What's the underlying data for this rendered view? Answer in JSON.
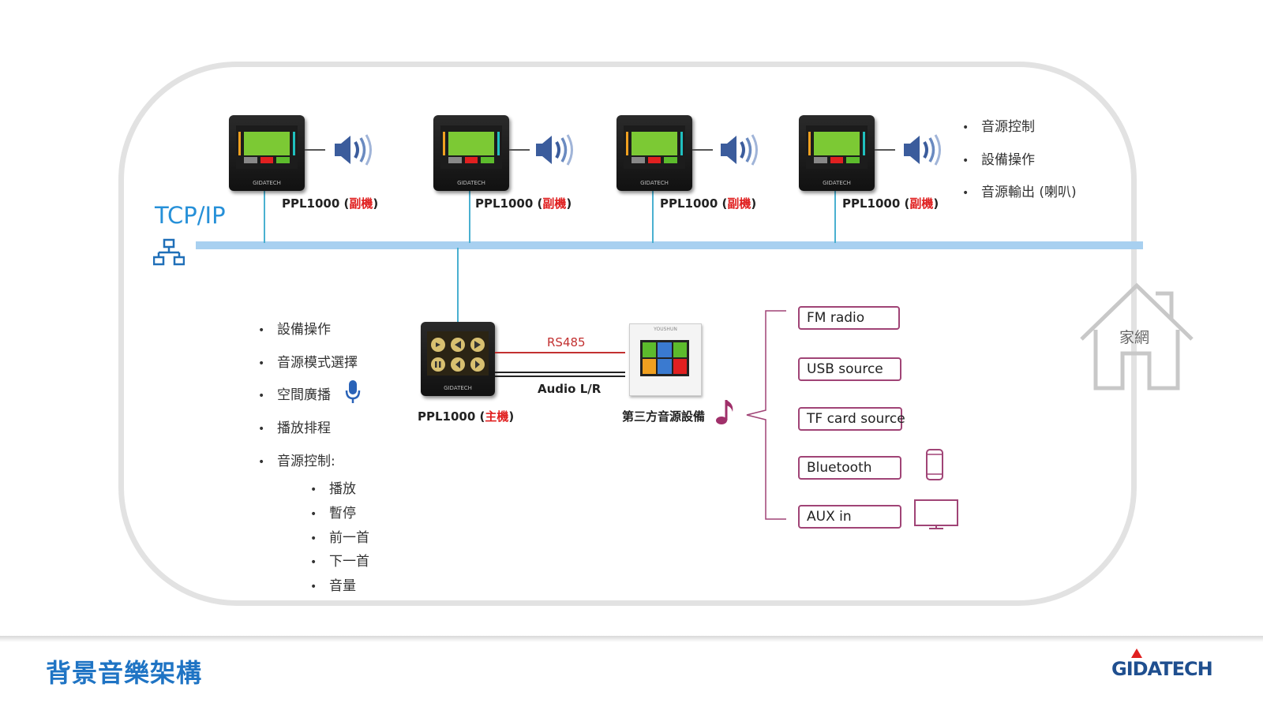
{
  "network_label": "TCP/IP",
  "slaves": [
    {
      "model": "PPL1000 (",
      "role": "副機",
      "close": ")"
    },
    {
      "model": "PPL1000 (",
      "role": "副機",
      "close": ")"
    },
    {
      "model": "PPL1000 (",
      "role": "副機",
      "close": ")"
    },
    {
      "model": "PPL1000 (",
      "role": "副機",
      "close": ")"
    }
  ],
  "slave_features": [
    "音源控制",
    "設備操作",
    "音源輸出 (喇叭)"
  ],
  "master": {
    "model": "PPL1000 (",
    "role": "主機",
    "close": ")"
  },
  "master_features": [
    "設備操作",
    "音源模式選擇",
    "空間廣播",
    "播放排程",
    "音源控制:"
  ],
  "master_sub_features": [
    "播放",
    "暫停",
    "前一首",
    "下一首",
    "音量"
  ],
  "links": {
    "rs485": "RS485",
    "audio": "Audio L/R"
  },
  "third_party": {
    "label": "第三方音源設備",
    "brand": "YOUSHUN"
  },
  "device_brand": "GIDATECH",
  "sources": [
    "FM radio",
    "USB source",
    "TF card source",
    "Bluetooth",
    "AUX in"
  ],
  "house_label": "家網",
  "footer": {
    "title": "背景音樂架構",
    "logo": "GIDATECH"
  },
  "colors": {
    "accent": "#1f74c4",
    "red": "#e02020",
    "source_border": "#a04476",
    "bus": "#a8d0f0"
  },
  "icons": [
    "speaker-icon",
    "network-icon",
    "microphone-icon",
    "music-note-icon",
    "phone-icon",
    "tv-icon",
    "house-icon"
  ]
}
